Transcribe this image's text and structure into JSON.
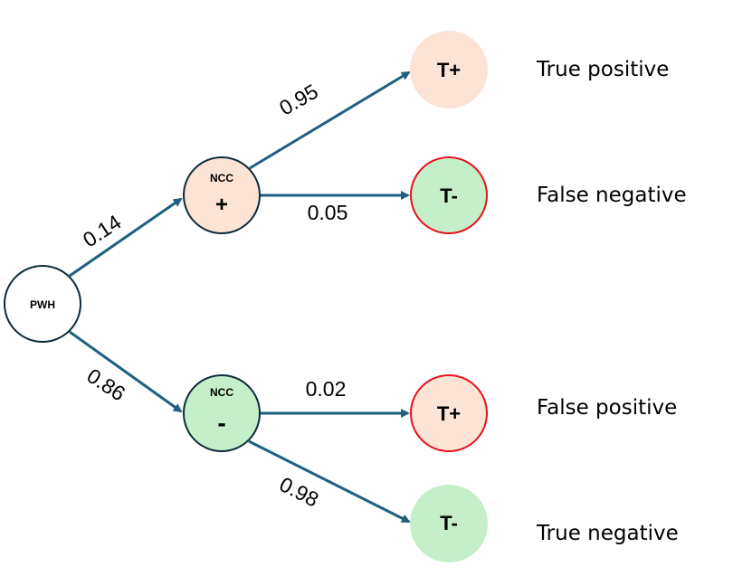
{
  "diagram": {
    "type": "probability-tree",
    "colors": {
      "edge": "#1f5f80",
      "positive_fill": "#fbe3d6",
      "negative_fill": "#c5efca",
      "root_fill": "#ffffff",
      "node_stroke": "#0d2a3a",
      "error_stroke": "#e8111b"
    },
    "root": {
      "label": "PWH"
    },
    "ncc_positive": {
      "title": "NCC",
      "sign": "+"
    },
    "ncc_negative": {
      "title": "NCC",
      "sign": "-"
    },
    "edges": {
      "root_to_ncc_pos": "0.14",
      "root_to_ncc_neg": "0.86",
      "ncc_pos_to_tpos": "0.95",
      "ncc_pos_to_tneg": "0.05",
      "ncc_neg_to_tpos": "0.02",
      "ncc_neg_to_tneg": "0.98"
    },
    "leaves": [
      {
        "label": "T+",
        "outcome": "True positive",
        "error": false
      },
      {
        "label": "T-",
        "outcome": "False negative",
        "error": true
      },
      {
        "label": "T+",
        "outcome": "False positive",
        "error": true
      },
      {
        "label": "T-",
        "outcome": "True negative",
        "error": false
      }
    ]
  }
}
